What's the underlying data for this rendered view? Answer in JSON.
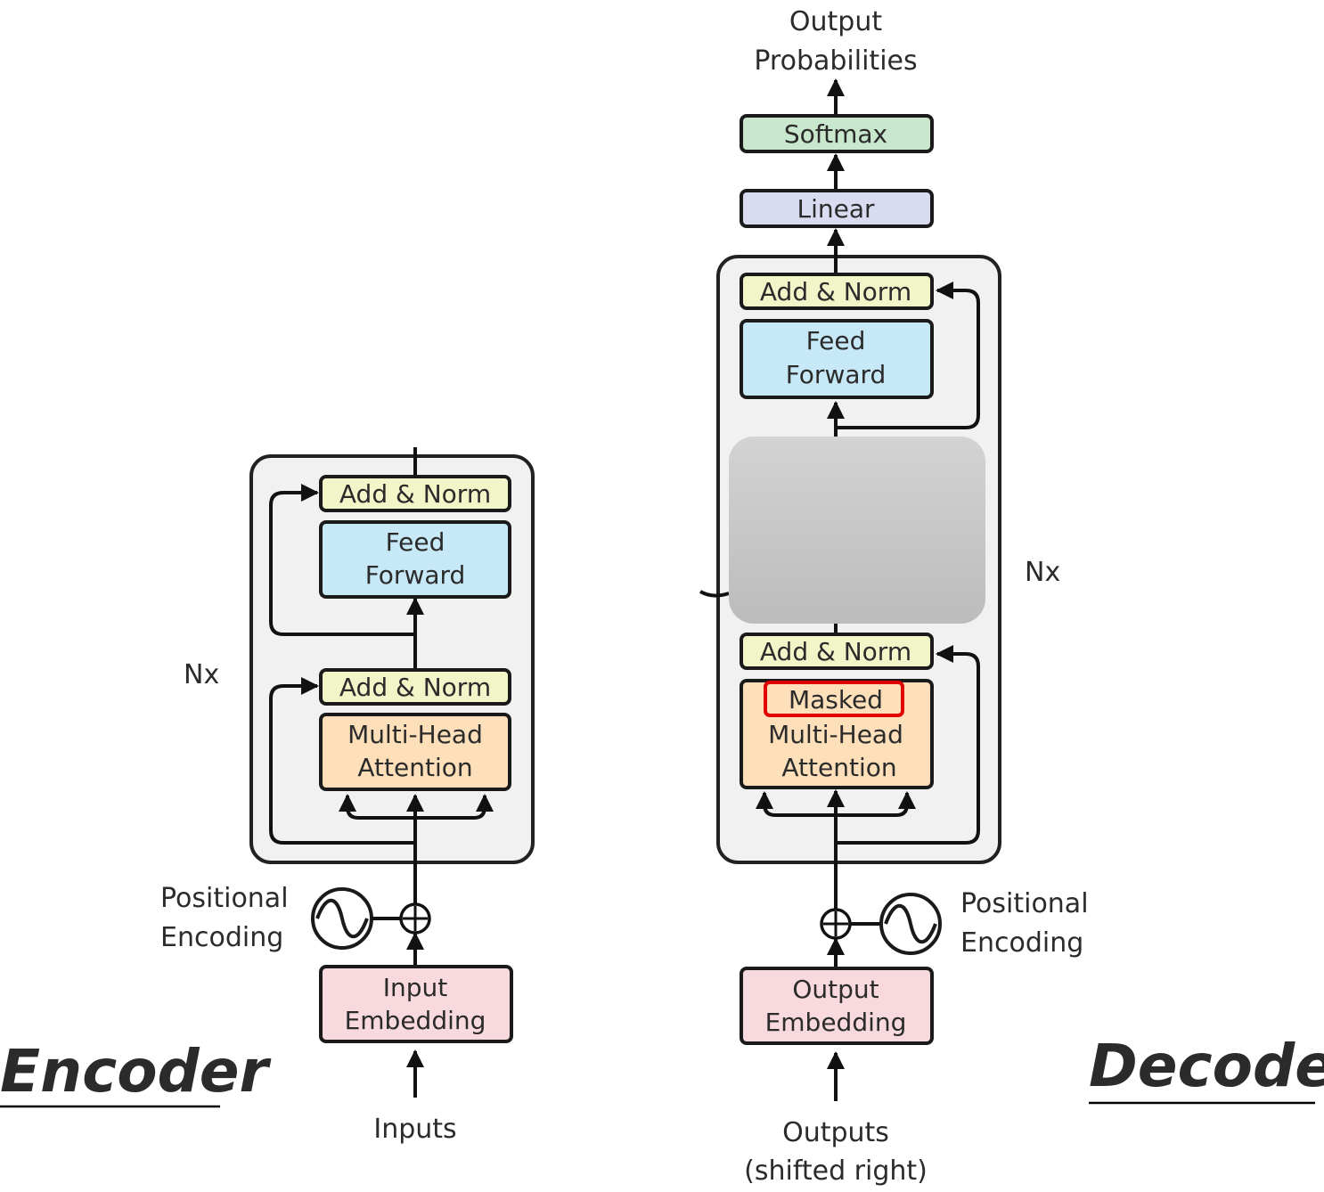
{
  "encoder": {
    "title": "Encoder",
    "repeat_label": "Nx",
    "blocks": {
      "add_norm_top": "Add & Norm",
      "feed_forward": [
        "Feed",
        "Forward"
      ],
      "add_norm_bottom": "Add & Norm",
      "attention": [
        "Multi-Head",
        "Attention"
      ],
      "embedding": [
        "Input",
        "Embedding"
      ]
    },
    "positional_encoding": [
      "Positional",
      "Encoding"
    ],
    "input_label": "Inputs"
  },
  "decoder": {
    "title": "Decoder",
    "repeat_label": "Nx",
    "output_label": [
      "Output",
      "Probabilities"
    ],
    "blocks": {
      "softmax": "Softmax",
      "linear": "Linear",
      "add_norm_top": "Add & Norm",
      "feed_forward": [
        "Feed",
        "Forward"
      ],
      "add_norm_bottom": "Add & Norm",
      "masked": "Masked",
      "attention": [
        "Multi-Head",
        "Attention"
      ],
      "embedding": [
        "Output",
        "Embedding"
      ]
    },
    "positional_encoding": [
      "Positional",
      "Encoding"
    ],
    "input_label": [
      "Outputs",
      "(shifted right)"
    ]
  },
  "colors": {
    "add_norm": "#f2f5c8",
    "feed_forward": "#c7e8f6",
    "attention": "#fddfb9",
    "embedding": "#f8d9de",
    "softmax": "#c9e7cc",
    "linear": "#d9dcf1",
    "container": "#f1f1f1",
    "highlight": "#e00000"
  }
}
